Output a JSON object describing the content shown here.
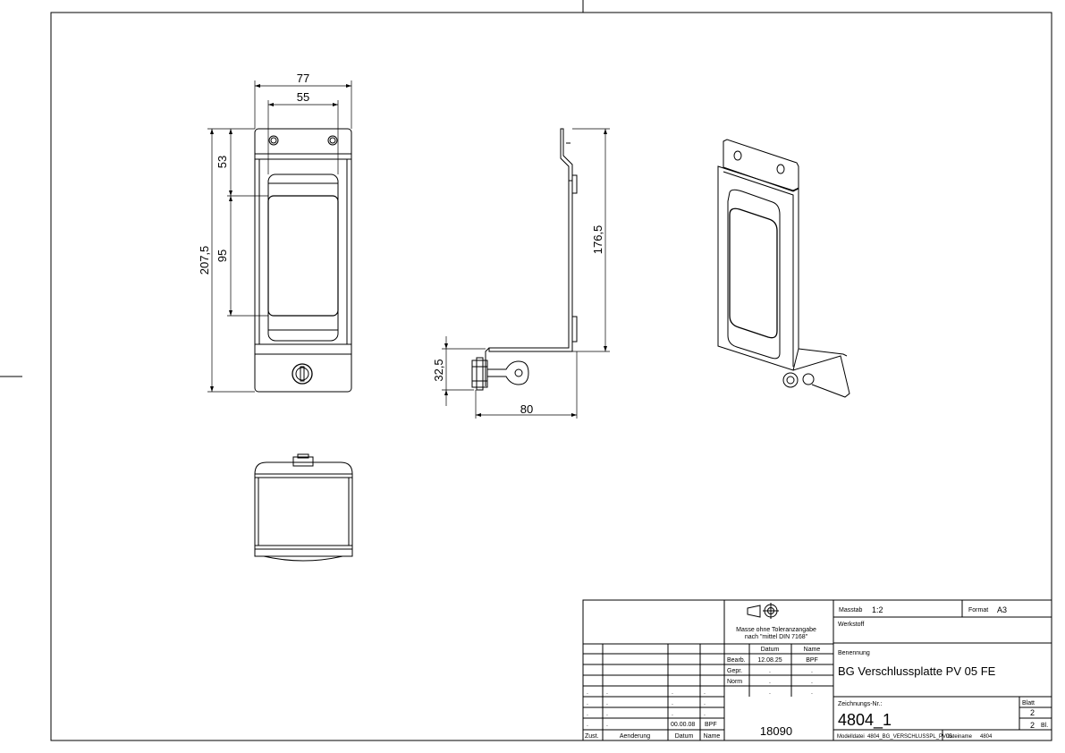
{
  "dimensions": {
    "front_width_outer": "77",
    "front_width_inner": "55",
    "front_top": "53",
    "front_middle": "95",
    "front_total": "207,5",
    "side_height": "176,5",
    "side_lock": "32,5",
    "side_depth": "80"
  },
  "title_block": {
    "tolerance_note_line1": "Masse ohne Toleranzangabe",
    "tolerance_note_line2": "nach \"mittel DIN 7168\"",
    "masstab_label": "Masstab",
    "masstab_value": "1:2",
    "format_label": "Format",
    "format_value": "A3",
    "werkstoff_label": "Werkstoff",
    "datum_header": "Datum",
    "name_header": "Name",
    "bearb_label": "Bearb.",
    "bearb_date": "12.08.25",
    "bearb_name": "BPF",
    "gepr_label": "Gepr.",
    "norm_label": "Norm",
    "dot": ".",
    "benennung_label": "Benennung",
    "benennung_value": "BG Verschlussplatte PV 05 FE",
    "zeichnung_label": "Zeichnungs-Nr.:",
    "zeichnung_value": "4804_1",
    "blatt_label": "Blatt",
    "blatt_value": "2",
    "blatt_total": "2",
    "blatt_unit": "Bl.",
    "rev_date": "00.00.08",
    "rev_name": "BPF",
    "number": "18090",
    "zust_label": "Zust.",
    "aenderung_label": "Aenderung",
    "datum_label": "Datum",
    "name_label": "Name",
    "modeldatei_label": "Modelldatei",
    "modeldatei_value": "4804_BG_VERSCHLUSSPL_PV05",
    "dateiname_label": "Dateiname",
    "dateiname_value": "4804"
  }
}
